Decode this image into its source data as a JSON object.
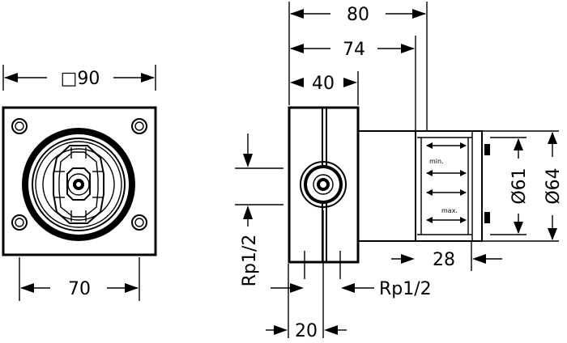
{
  "front_view": {
    "width_label": "□90",
    "bolt_spacing_label": "70"
  },
  "side_view": {
    "overall_length_label": "80",
    "length_74_label": "74",
    "body_width_label": "40",
    "connection_label_vertical": "Rp1/2",
    "connection_label_horizontal": "Rp1/2",
    "offset_label": "20",
    "adjust_label": "28",
    "inner_diameter_label": "Ø61",
    "outer_diameter_label": "Ø64",
    "min_label": "min.",
    "max_label": "max."
  }
}
